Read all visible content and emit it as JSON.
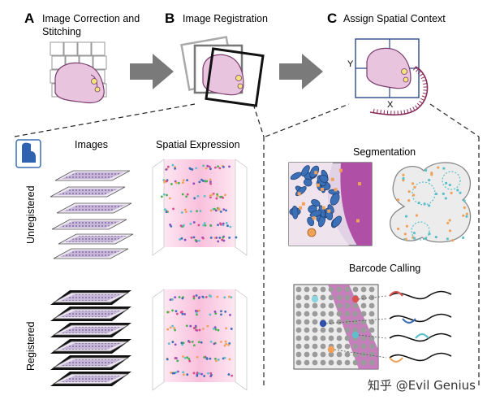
{
  "panels": {
    "a": {
      "letter": "A",
      "title_line1": "Image Correction and",
      "title_line2": "Stitching"
    },
    "b": {
      "letter": "B",
      "title": "Image Registration"
    },
    "c": {
      "letter": "C",
      "title": "Assign Spatial Context",
      "axis_x": "X",
      "axis_y": "Y"
    }
  },
  "bottom_left": {
    "col_images": "Images",
    "col_expression": "Spatial Expression",
    "row_unregistered": "Unregistered",
    "row_registered": "Registered"
  },
  "bottom_right": {
    "segmentation": "Segmentation",
    "barcode_calling": "Barcode Calling"
  },
  "watermark": "知乎 @Evil Genius",
  "colors": {
    "tissue_pink": "#e8c4de",
    "tissue_outline": "#7a3d6e",
    "arrow_gray": "#7a7a7a",
    "nucleus_blue": "#3b6fb6",
    "spot_orange": "#f0a15a",
    "spot_teal": "#5bc0c9",
    "band_pink": "#f6a9cf",
    "membrane_purple": "#9b5fa0"
  },
  "barcode_wave_colors": [
    "#d9534f",
    "#3b6fb6",
    "#5bc0c9",
    "#f0a15a"
  ]
}
